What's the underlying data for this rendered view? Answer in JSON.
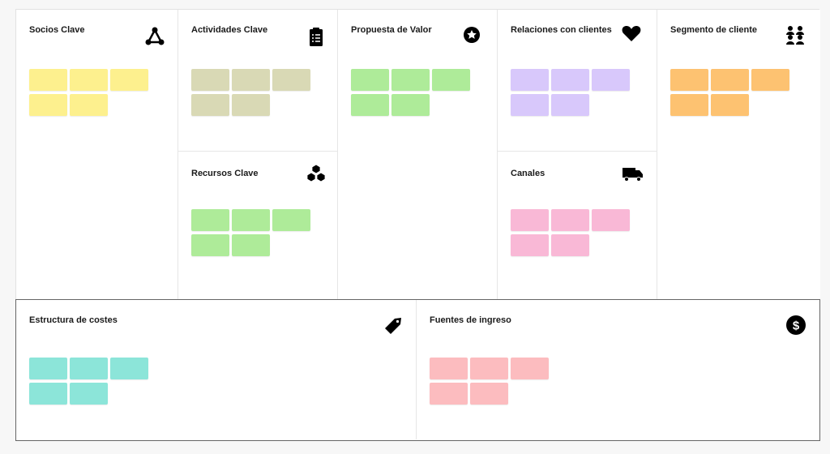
{
  "blocks": [
    {
      "title": "Socios Clave",
      "icon": "network-icon",
      "color": "#fdf08e",
      "notes": 5
    },
    {
      "title": "Actividades Clave",
      "icon": "clipboard-list-icon",
      "color": "#d9d9b5",
      "notes": 5
    },
    {
      "title": "Recursos Clave",
      "icon": "cubes-icon",
      "color": "#aeeb99",
      "notes": 5
    },
    {
      "title": "Propuesta de Valor",
      "icon": "star-badge-icon",
      "color": "#aeeb99",
      "notes": 5
    },
    {
      "title": "Relaciones con clientes",
      "icon": "heart-icon",
      "color": "#d8c8fb",
      "notes": 5
    },
    {
      "title": "Canales",
      "icon": "truck-icon",
      "color": "#f9b8d6",
      "notes": 5
    },
    {
      "title": "Segmento de cliente",
      "icon": "users-icon",
      "color": "#fdc271",
      "notes": 5
    },
    {
      "title": "Estructura de costes",
      "icon": "tag-icon",
      "color": "#8ce5d9",
      "notes": 5
    },
    {
      "title": "Fuentes de ingreso",
      "icon": "dollar-circle-icon",
      "color": "#fcbcbf",
      "notes": 5
    }
  ]
}
